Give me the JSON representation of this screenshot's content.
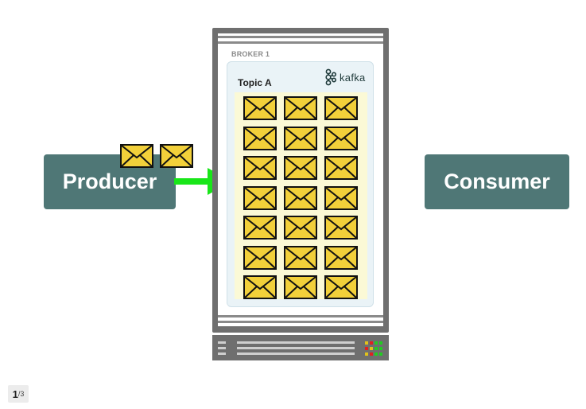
{
  "producer": {
    "label": "Producer"
  },
  "consumer": {
    "label": "Consumer"
  },
  "broker": {
    "label": "BROKER 1",
    "topic": "Topic A",
    "logo_text": "kafka",
    "stored_messages": 21,
    "incoming_messages": 2
  },
  "pagination": {
    "current": "1",
    "total": "/3"
  },
  "colors": {
    "actor_box": "#4f7776",
    "envelope": "#f2d03a",
    "arrow": "#19e619",
    "server": "#6f6f6f",
    "topic_panel": "#eaf3f7",
    "partition": "#fbf9d6"
  }
}
